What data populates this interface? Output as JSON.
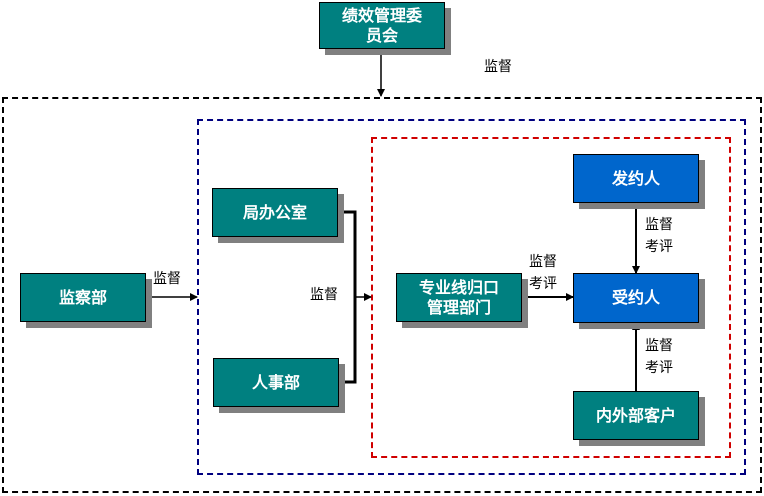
{
  "nodes": {
    "committee": "绩效管理委\n员会",
    "supervision_dept": "监察部",
    "bureau_office": "局办公室",
    "hr_dept": "人事部",
    "line_mgmt_dept": "专业线归口\n管理部门",
    "contractor": "受约人",
    "issuer": "发约人",
    "customers": "内外部客户"
  },
  "labels": {
    "committee_to_all": "监督",
    "supervision_to_blue": "监督",
    "office_hr_to_red": "监督",
    "line_to_contractor": "监督\n考评",
    "issuer_to_contractor": "监督\n考评",
    "customers_to_contractor": "监督\n考评"
  },
  "colors": {
    "teal_node": "#008080",
    "blue_node": "#0066cc",
    "outer_frame": "#000000",
    "middle_frame": "#00007f",
    "inner_frame": "#d00000"
  }
}
